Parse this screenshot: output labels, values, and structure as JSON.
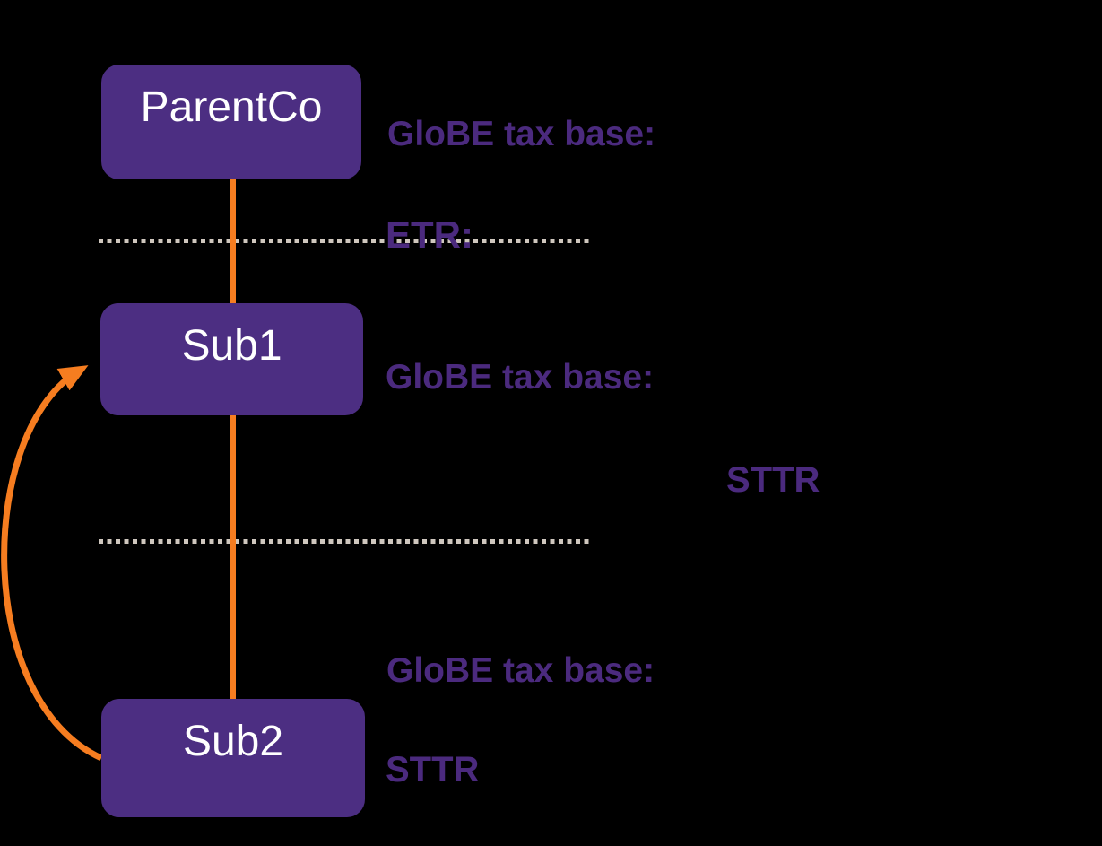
{
  "diagram": {
    "type": "org-structure",
    "nodes": [
      {
        "id": "parentco",
        "label": "ParentCo"
      },
      {
        "id": "sub1",
        "label": "Sub1"
      },
      {
        "id": "sub2",
        "label": "Sub2"
      }
    ],
    "annotations": {
      "globe_parentco": "GloBE tax base:",
      "etr": "ETR:",
      "globe_sub1": "GloBE tax base:",
      "sttr_mid": "STTR",
      "globe_sub2": "GloBE tax base:",
      "sttr_sub2": "STTR"
    },
    "edges": [
      {
        "from": "parentco",
        "to": "sub1",
        "style": "straight-line"
      },
      {
        "from": "sub1",
        "to": "sub2",
        "style": "straight-line"
      },
      {
        "from": "sub2",
        "to": "sub1",
        "style": "curved-arrow"
      }
    ],
    "dividers": [
      {
        "id": "jurisdiction-divider-top",
        "style": "dotted"
      },
      {
        "id": "jurisdiction-divider-bottom",
        "style": "dotted"
      }
    ],
    "colors": {
      "background": "#000000",
      "node_fill": "#4C2E82",
      "node_text": "#FFFFFF",
      "annotation_text": "#4B2A7E",
      "connector_orange": "#F67D20",
      "divider_dots": "#CFC7BE"
    }
  }
}
